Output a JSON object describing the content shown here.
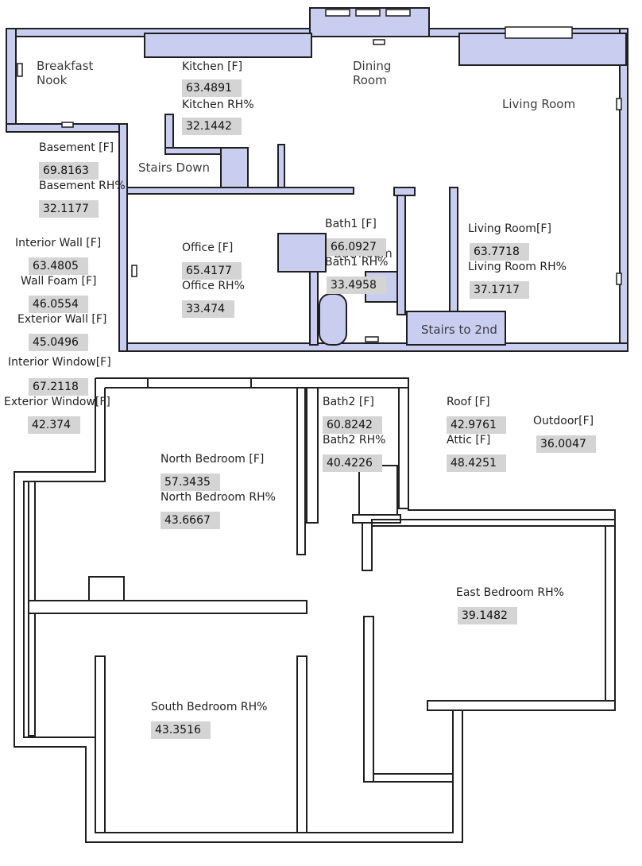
{
  "rooms": {
    "breakfast_nook_line1": "Breakfast",
    "breakfast_nook_line2": "Nook",
    "dining_line1": "Dining",
    "dining_line2": "Room",
    "living_room": "Living Room",
    "stairs_down": "Stairs Down",
    "bathroom": "Bathroom",
    "stairs_to_2nd": "Stairs to 2nd"
  },
  "sensors": {
    "kitchen_f": {
      "label": "Kitchen [F]",
      "value": "63.4891"
    },
    "kitchen_rh": {
      "label": "Kitchen RH%",
      "value": "32.1442"
    },
    "basement_f": {
      "label": "Basement [F]",
      "value": "69.8163"
    },
    "basement_rh": {
      "label": "Basement RH%",
      "value": "32.1177"
    },
    "interior_wall": {
      "label": "Interior Wall [F]",
      "value": "63.4805"
    },
    "wall_foam": {
      "label": "Wall Foam [F]",
      "value": "46.0554"
    },
    "exterior_wall": {
      "label": "Exterior Wall [F]",
      "value": "45.0496"
    },
    "interior_window": {
      "label": "Interior Window[F]",
      "value": "67.2118"
    },
    "exterior_window": {
      "label": "Exterior Window[F]",
      "value": "42.374"
    },
    "office_f": {
      "label": "Office [F]",
      "value": "65.4177"
    },
    "office_rh": {
      "label": "Office RH%",
      "value": "33.474"
    },
    "bath1_f": {
      "label": "Bath1 [F]",
      "value": "66.0927"
    },
    "bath1_rh": {
      "label": "Bath1 RH%",
      "value": "33.4958"
    },
    "living_room_f": {
      "label": "Living Room[F]",
      "value": "63.7718"
    },
    "living_room_rh": {
      "label": "Living Room RH%",
      "value": "37.1717"
    },
    "bath2_f": {
      "label": "Bath2 [F]",
      "value": "60.8242"
    },
    "bath2_rh": {
      "label": "Bath2 RH%",
      "value": "40.4226"
    },
    "roof": {
      "label": "Roof [F]",
      "value": "42.9761"
    },
    "attic": {
      "label": "Attic [F]",
      "value": "48.4251"
    },
    "outdoor": {
      "label": "Outdoor[F]",
      "value": "36.0047"
    },
    "north_bedroom_f": {
      "label": "North Bedroom [F]",
      "value": "57.3435"
    },
    "north_bedroom_rh": {
      "label": "North Bedroom RH%",
      "value": "43.6667"
    },
    "east_bedroom_rh": {
      "label": "East Bedroom RH%",
      "value": "39.1482"
    },
    "south_bedroom_rh": {
      "label": "South Bedroom RH%",
      "value": "43.3516"
    }
  },
  "colors": {
    "wall_fill": "#c9cdf0",
    "wall_stroke": "#1f1f1f",
    "value_box": "#d4d4d4"
  }
}
